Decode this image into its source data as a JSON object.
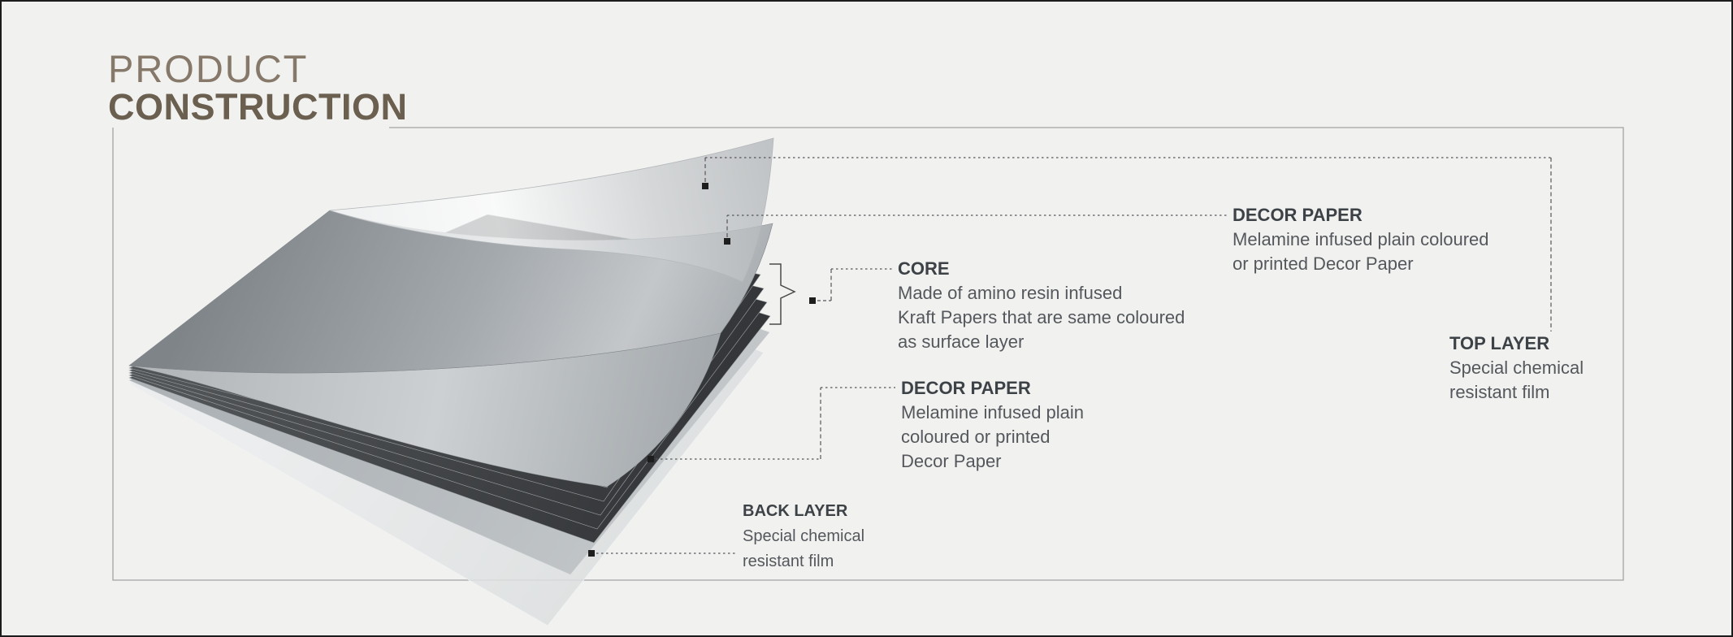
{
  "title": {
    "line1": "PRODUCT",
    "line2": "CONSTRUCTION"
  },
  "diagram": {
    "labels": [
      {
        "id": "decor-paper-top",
        "title": "DECOR PAPER",
        "lines": [
          "Melamine infused plain coloured",
          "or printed Decor Paper"
        ]
      },
      {
        "id": "core",
        "title": "CORE",
        "lines": [
          "Made of amino resin infused",
          "Kraft Papers that are same coloured",
          "as surface layer"
        ]
      },
      {
        "id": "top-layer",
        "title": "TOP LAYER",
        "lines": [
          "Special chemical",
          "resistant film"
        ]
      },
      {
        "id": "decor-paper-middle",
        "title": "DECOR PAPER",
        "lines": [
          "Melamine infused plain",
          "coloured or printed",
          "Decor Paper"
        ]
      },
      {
        "id": "back-layer",
        "title": "BACK LAYER",
        "lines": [
          "Special chemical",
          "resistant film"
        ]
      }
    ],
    "layers": [
      "top-layer-film",
      "decor-paper-top",
      "core-kraft-papers",
      "decor-paper-bottom",
      "back-layer-film"
    ],
    "colors": {
      "background": "#f1f1f0",
      "frame_border": "#a2a2a2",
      "page_border": "#1c1c1c",
      "title_light": "#867969",
      "title_bold": "#6b5f50",
      "label_title": "#3d4247",
      "label_body": "#54585c",
      "leader_line": "#55565a",
      "marker": "#1e1e1e",
      "core_dark": "#37393b",
      "decor_gray": "#a8adb1",
      "film_light": "#e9ebec"
    }
  }
}
